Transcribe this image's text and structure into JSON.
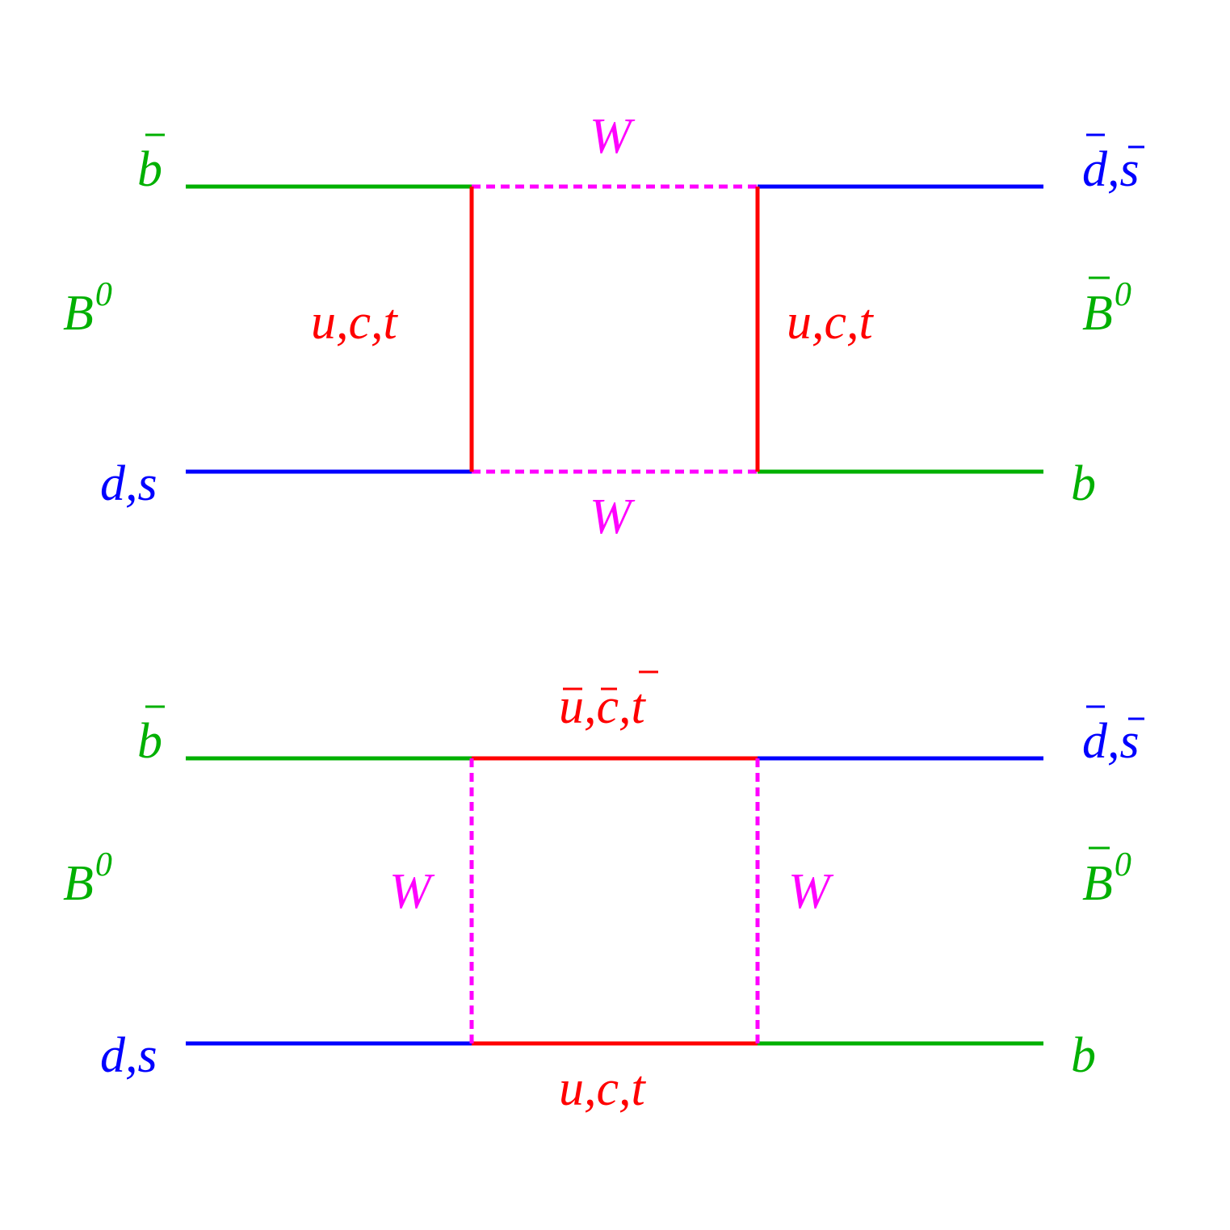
{
  "colors": {
    "b_quark": "#00b000",
    "ds_quark": "#0000ff",
    "up_type": "#ff0000",
    "w_boson": "#ff00ff"
  },
  "diagram1": {
    "left_top": "b",
    "left_bottom": "d,s",
    "left_meson": "B",
    "left_meson_sup": "0",
    "right_top": "d,s",
    "right_bottom": "b",
    "right_meson": "B",
    "right_meson_sup": "0",
    "w_top": "W",
    "w_bottom": "W",
    "quark_left": "u,c,t",
    "quark_right": "u,c,t"
  },
  "diagram2": {
    "left_top": "b",
    "left_bottom": "d,s",
    "left_meson": "B",
    "left_meson_sup": "0",
    "right_top": "d,s",
    "right_bottom": "b",
    "right_meson": "B",
    "right_meson_sup": "0",
    "quark_top": "u,c,t",
    "quark_bottom": "u,c,t",
    "w_left": "W",
    "w_right": "W"
  }
}
